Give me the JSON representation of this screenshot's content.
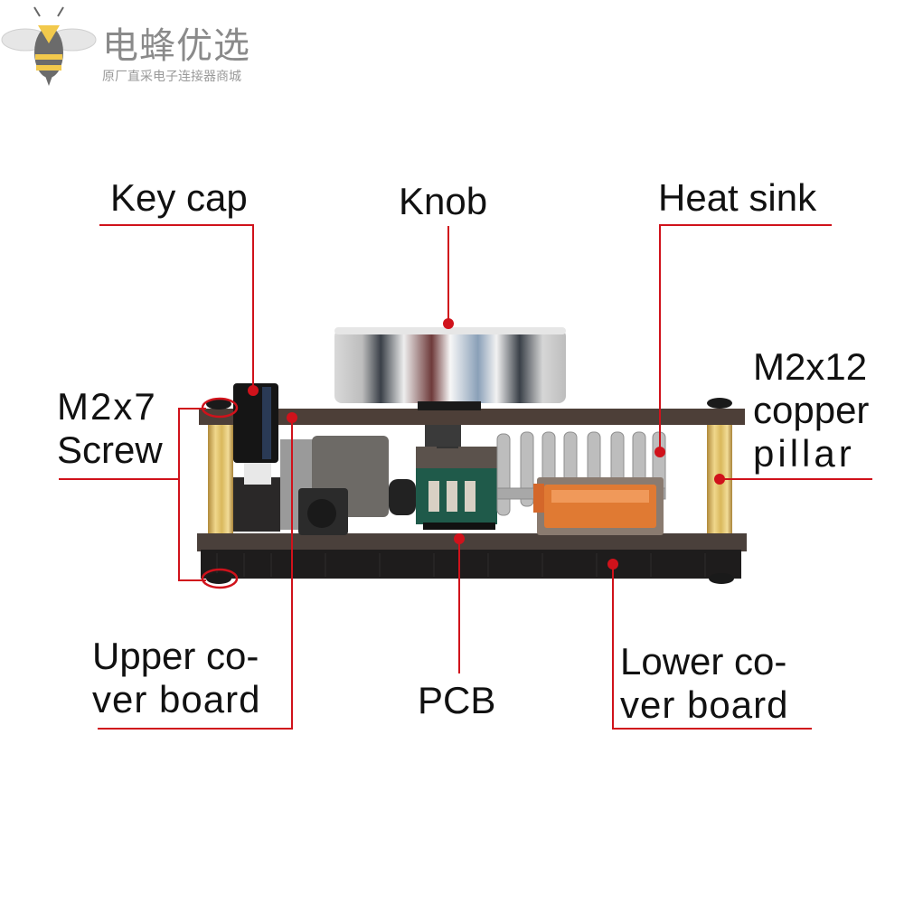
{
  "brand": {
    "name": "电蜂优选",
    "tagline": "原厂直采电子连接器商城",
    "logo_icon": "bee-icon"
  },
  "colors": {
    "leader_line": "#d0121b",
    "label_text": "#111111",
    "board_brown": "#4a3c36",
    "pillar_brass": "#d9b85c",
    "usb_orange": "#e07a33",
    "pcb_green": "#1f5a4a",
    "knob_silver": "#c8c8c8"
  },
  "labels": {
    "key_cap": "Key cap",
    "knob": "Knob",
    "heat_sink": "Heat sink",
    "screw_line1": "M2x7",
    "screw_line2": "Screw",
    "pillar_line1": "M2x12",
    "pillar_line2": "copper",
    "pillar_line3": "pillar",
    "upper_line1": "Upper co-",
    "upper_line2": "ver board",
    "pcb": "PCB",
    "lower_line1": "Lower co-",
    "lower_line2": "ver board"
  }
}
